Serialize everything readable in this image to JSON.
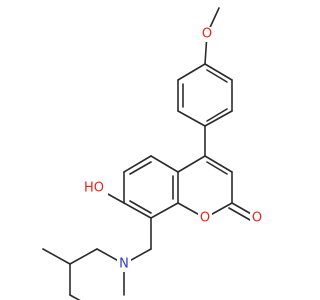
{
  "molecule": {
    "atoms": {
      "o_methoxy": "O",
      "o_hydroxyl": "HO",
      "o_ring": "O",
      "o_carbonyl": "O",
      "n_piperidine": "N"
    },
    "colors": {
      "bond": "#2b2b2b",
      "oxygen": "#e8261a",
      "nitrogen": "#2a3bd6"
    }
  }
}
